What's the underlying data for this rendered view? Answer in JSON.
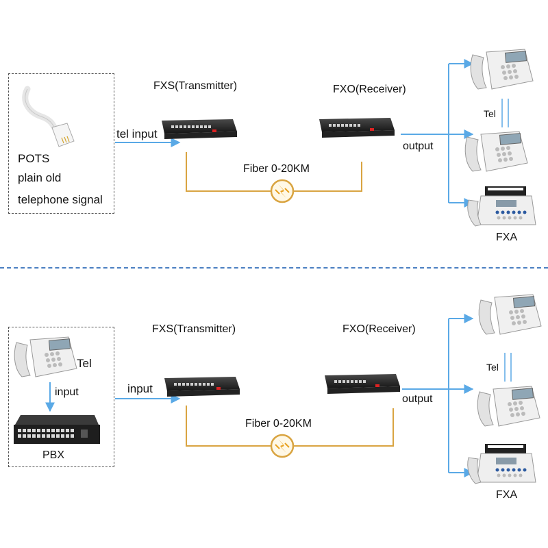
{
  "colors": {
    "signal_line": "#5aa9e6",
    "fiber_line": "#d9a441",
    "separator": "#4a7fc1"
  },
  "top": {
    "source": {
      "line1": "POTS",
      "line2": "plain old",
      "line3": "telephone signal"
    },
    "input_label": "tel input",
    "transmitter_label": "FXS(Transmitter)",
    "receiver_label": "FXO(Receiver)",
    "fiber_label": "Fiber 0-20KM",
    "output_label": "output",
    "tel_label": "Tel",
    "fax_label": "FXA"
  },
  "bottom": {
    "source": {
      "tel_label": "Tel",
      "input_label": "input",
      "pbx_label": "PBX"
    },
    "input_label": "input",
    "transmitter_label": "FXS(Transmitter)",
    "receiver_label": "FXO(Receiver)",
    "fiber_label": "Fiber 0-20KM",
    "output_label": "output",
    "tel_label": "Tel",
    "fax_label": "FXA"
  }
}
